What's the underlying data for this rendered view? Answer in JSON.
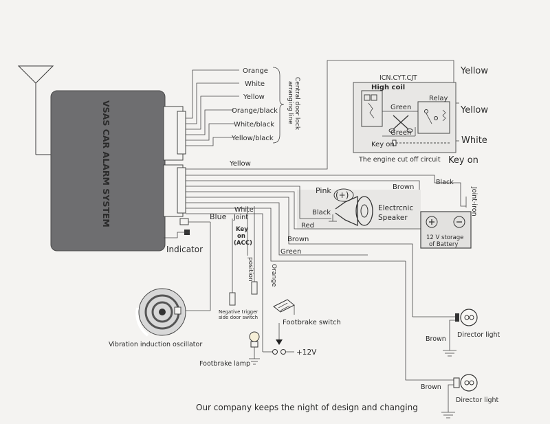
{
  "colors": {
    "background": "#f4f3f1",
    "unit_body": "#6e6e70",
    "line": "#3a3a3a",
    "panel": "#e8e7e5"
  },
  "unit": {
    "title": "VSAS CAR ALARM SYSTEM"
  },
  "door_lock": {
    "wires": [
      "Orange",
      "White",
      "Yellow",
      "Orange/black",
      "White/black",
      "Yellow/black"
    ],
    "caption": [
      "Central door lock",
      "arranging line"
    ]
  },
  "relay_panel": {
    "model": "ICN.CYT.CJT",
    "high_coil": "High coil",
    "relay": "Relay",
    "green_top": "Green",
    "green_bottom": "Green",
    "key_on": "Key on",
    "caption": "The engine cut off circuit"
  },
  "right_labels": {
    "yellow_top": "Yellow",
    "yellow_mid": "Yellow",
    "white": "White",
    "key_on": "Key on"
  },
  "wires": {
    "yellow_main": "Yellow",
    "brown_speaker": "Brown",
    "black_battery": "Black",
    "joint_iron": "Joint-iron",
    "pink": "Pink",
    "black_speaker": "Black",
    "red": "Red",
    "brown_lower": "Brown",
    "green": "Green",
    "blue": "Blue",
    "white_joint": [
      "White",
      "Joint"
    ],
    "key_acc": [
      "Key",
      "on",
      "(ACC)"
    ],
    "position": "position",
    "orange": "Orange"
  },
  "speaker": {
    "plus": "(+)",
    "label": [
      "Electrcnic",
      "Speaker"
    ]
  },
  "battery": {
    "label": [
      "12 V storage",
      "of Battery"
    ]
  },
  "indicator": "Indicator",
  "door_switch": [
    "Negative trigger",
    "side door switch"
  ],
  "footbrake_switch": "Footbrake switch",
  "plus12v": "+12V",
  "footbrake_lamp": "Footbrake lamp",
  "vibration": "Vibration induction oscillator",
  "director1": {
    "wire": "Brown",
    "label": "Director light"
  },
  "director2": {
    "wire": "Brown",
    "label": "Director light"
  },
  "footer": "Our company keeps the night of design and changing"
}
